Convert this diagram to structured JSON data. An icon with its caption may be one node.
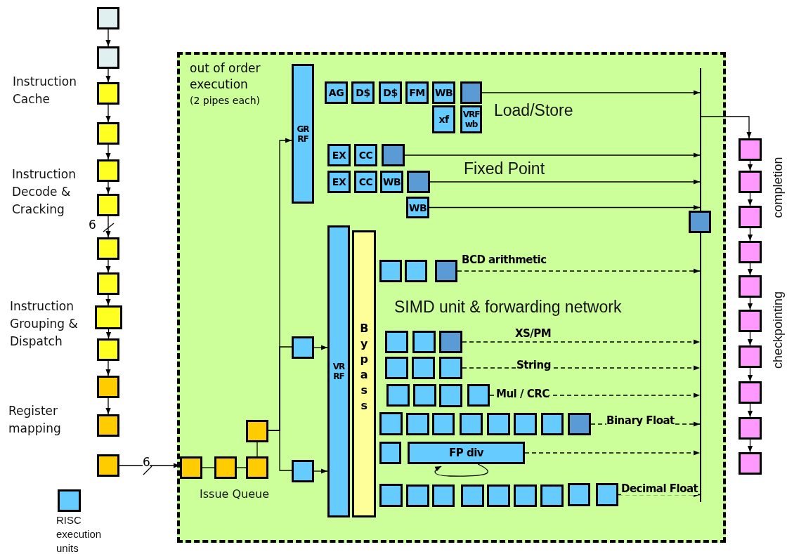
{
  "diagram": {
    "nodes": [
      {
        "text": [],
        "shape": "box"
      },
      {
        "text": [],
        "shape": "box"
      },
      {
        "text": [],
        "shape": "box"
      },
      {
        "text": [],
        "shape": "box"
      },
      {
        "text": [],
        "shape": "box"
      },
      {
        "text": [],
        "shape": "box"
      },
      {
        "text": [],
        "shape": "box"
      },
      {
        "text": [],
        "shape": "box"
      },
      {
        "text": [],
        "shape": "box"
      },
      {
        "text": [],
        "shape": "box"
      },
      {
        "text": [],
        "shape": "box"
      },
      {
        "text": [],
        "shape": "box"
      },
      {
        "text": [],
        "shape": "box"
      },
      {
        "text": [
          "out of order execution",
          "(2 pipes each)"
        ]
      },
      {
        "text": [],
        "shape": "box",
        "in": 13
      },
      {
        "text": [],
        "shape": "box",
        "in": 13
      },
      {
        "text": [],
        "shape": "box",
        "in": 13
      },
      {
        "text": [],
        "shape": "box",
        "in": 13
      },
      {
        "text": [
          "GR RF"
        ],
        "in": 13
      },
      {
        "text": [],
        "shape": "box",
        "in": 13
      },
      {
        "text": [],
        "shape": "box",
        "in": 13
      },
      {
        "text": [
          "VR RF"
        ],
        "in": 13
      },
      {
        "text": [
          "Bypass"
        ],
        "in": 13
      },
      {
        "text": [
          "AG"
        ],
        "in": 13
      },
      {
        "text": [
          "D$"
        ],
        "in": 13
      },
      {
        "text": [
          "D$"
        ],
        "in": 13
      },
      {
        "text": [
          "FM"
        ],
        "in": 13
      },
      {
        "text": [
          "WB"
        ],
        "in": 13
      },
      {
        "text": [],
        "shape": "box",
        "in": 13
      },
      {
        "text": [
          "xf"
        ],
        "in": 13
      },
      {
        "text": [
          "VRF wb"
        ],
        "in": 13
      },
      {
        "text": [
          "EX"
        ],
        "in": 13
      },
      {
        "text": [
          "CC"
        ],
        "in": 13
      },
      {
        "text": [],
        "shape": "box",
        "in": 13
      },
      {
        "text": [
          "EX"
        ],
        "in": 13
      },
      {
        "text": [
          "CC"
        ],
        "in": 13
      },
      {
        "text": [
          "WB"
        ],
        "in": 13
      },
      {
        "text": [],
        "shape": "box",
        "in": 13
      },
      {
        "text": [
          "WB"
        ],
        "in": 13
      },
      {
        "text": [],
        "shape": "bar",
        "in": 13
      },
      {
        "text": [],
        "shape": "box",
        "in": 13
      },
      {
        "text": [],
        "shape": "box",
        "in": 13
      },
      {
        "text": [],
        "shape": "box",
        "in": 13
      },
      {
        "text": [],
        "shape": "box",
        "in": 13
      },
      {
        "text": [],
        "shape": "box",
        "in": 13
      },
      {
        "text": [],
        "shape": "box",
        "in": 13
      },
      {
        "text": [],
        "shape": "box",
        "in": 13
      },
      {
        "text": [],
        "shape": "box",
        "in": 13
      },
      {
        "text": [],
        "shape": "box",
        "in": 13
      },
      {
        "text": [],
        "shape": "box",
        "in": 13
      },
      {
        "text": [],
        "shape": "box",
        "in": 13
      },
      {
        "text": [],
        "shape": "box",
        "in": 13
      },
      {
        "text": [],
        "shape": "box",
        "in": 13
      },
      {
        "text": [],
        "shape": "box",
        "in": 13
      },
      {
        "text": [],
        "shape": "box",
        "in": 13
      },
      {
        "text": [],
        "shape": "box",
        "in": 13
      },
      {
        "text": [],
        "shape": "box",
        "in": 13
      },
      {
        "text": [],
        "shape": "box",
        "in": 13
      },
      {
        "text": [],
        "shape": "box",
        "in": 13
      },
      {
        "text": [],
        "shape": "box",
        "in": 13
      },
      {
        "text": [],
        "shape": "box",
        "in": 13
      },
      {
        "text": [],
        "shape": "box",
        "in": 13
      },
      {
        "text": [],
        "shape": "box",
        "in": 13
      },
      {
        "text": [
          "FP div"
        ],
        "in": 13
      },
      {
        "text": [],
        "shape": "box",
        "in": 13
      },
      {
        "text": [],
        "shape": "box",
        "in": 13
      },
      {
        "text": [],
        "shape": "box",
        "in": 13
      },
      {
        "text": [],
        "shape": "box",
        "in": 13
      },
      {
        "text": [],
        "shape": "box",
        "in": 13
      },
      {
        "text": [],
        "shape": "box",
        "in": 13
      },
      {
        "text": [],
        "shape": "box",
        "in": 13
      },
      {
        "text": [],
        "shape": "box",
        "in": 13
      },
      {
        "text": [],
        "shape": "box",
        "in": 13
      },
      {
        "text": [],
        "shape": "box"
      },
      {
        "text": [],
        "shape": "box"
      },
      {
        "text": [],
        "shape": "box"
      },
      {
        "text": [],
        "shape": "box"
      },
      {
        "text": [],
        "shape": "box"
      },
      {
        "text": [],
        "shape": "box"
      },
      {
        "text": [],
        "shape": "box"
      },
      {
        "text": [],
        "shape": "box"
      },
      {
        "text": [],
        "shape": "box"
      },
      {
        "text": [],
        "shape": "box"
      }
    ],
    "edges": [
      {
        "from": 0,
        "to": 1,
        "arrow": "to"
      },
      {
        "from": 1,
        "to": 2,
        "arrow": "to"
      },
      {
        "from": 2,
        "to": 3,
        "arrow": "to"
      },
      {
        "from": 3,
        "to": 4,
        "arrow": "to"
      },
      {
        "from": 4,
        "to": 5,
        "arrow": "to"
      },
      {
        "from": 5,
        "to": 6,
        "arrow": "to",
        "label": "6"
      },
      {
        "from": 6,
        "to": 7,
        "arrow": "to"
      },
      {
        "from": 7,
        "to": 8,
        "arrow": "to"
      },
      {
        "from": 8,
        "to": 9,
        "arrow": "to"
      },
      {
        "from": 9,
        "to": 10,
        "arrow": "to"
      },
      {
        "from": 10,
        "to": 11,
        "arrow": "to"
      },
      {
        "from": 12,
        "to": 14,
        "arrow": "to",
        "label": "6"
      },
      {
        "from": 14,
        "to": 15,
        "arrow": "none"
      },
      {
        "from": 15,
        "to": 16,
        "arrow": "none"
      },
      {
        "from": 16,
        "to": 17,
        "arrow": "none"
      },
      {
        "from": 17,
        "to": 18,
        "arrow": "to"
      },
      {
        "from": 17,
        "to": 19,
        "arrow": "none"
      },
      {
        "from": 17,
        "to": 20,
        "arrow": "none"
      },
      {
        "from": 19,
        "to": 21,
        "arrow": "to"
      },
      {
        "from": 20,
        "to": 21,
        "arrow": "to"
      },
      {
        "from": 28,
        "to": 39,
        "arrow": "to"
      },
      {
        "from": 33,
        "to": 39,
        "arrow": "to"
      },
      {
        "from": 37,
        "to": 39,
        "arrow": "to"
      },
      {
        "from": 38,
        "to": 39,
        "arrow": "to"
      },
      {
        "from": 43,
        "to": 39,
        "arrow": "to",
        "style": "dashed",
        "label": "BCD arithmetic"
      },
      {
        "from": 46,
        "to": 39,
        "arrow": "to",
        "style": "dashed",
        "label": "XS/PM"
      },
      {
        "from": 49,
        "to": 39,
        "arrow": "to",
        "style": "dashed",
        "label": "String"
      },
      {
        "from": 53,
        "to": 39,
        "arrow": "to",
        "style": "dashed",
        "label": "Mul / CRC"
      },
      {
        "from": 61,
        "to": 39,
        "arrow": "to",
        "style": "dashed",
        "label": "Binary Float"
      },
      {
        "from": 63,
        "to": 39,
        "arrow": "to",
        "style": "dashed"
      },
      {
        "from": 63,
        "to": 63,
        "arrow": "to"
      },
      {
        "from": 72,
        "to": 39,
        "arrow": "to",
        "style": "dashed",
        "label": "Decimal Float"
      },
      {
        "from": 39,
        "to": 73,
        "arrow": "to"
      },
      {
        "from": 73,
        "to": 74,
        "arrow": "to"
      },
      {
        "from": 74,
        "to": 75,
        "arrow": "to"
      },
      {
        "from": 75,
        "to": 76,
        "arrow": "to"
      },
      {
        "from": 76,
        "to": 77,
        "arrow": "to"
      },
      {
        "from": 77,
        "to": 78,
        "arrow": "to"
      },
      {
        "from": 78,
        "to": 79,
        "arrow": "to"
      },
      {
        "from": 79,
        "to": 80,
        "arrow": "to"
      },
      {
        "from": 80,
        "to": 81,
        "arrow": "to"
      },
      {
        "from": 81,
        "to": 82,
        "arrow": "to"
      }
    ],
    "labels": [
      "Instruction Cache",
      "Instruction Decode & Cracking",
      "Load/Store",
      "Fixed Point",
      "completion",
      "SIMD unit & forwarding network",
      "Instruction Grouping & Dispatch",
      "checkpointing",
      "Register mapping",
      "Issue Queue"
    ],
    "legend": [
      {
        "text": "RISC execution units",
        "color": "#66ccff"
      }
    ]
  }
}
